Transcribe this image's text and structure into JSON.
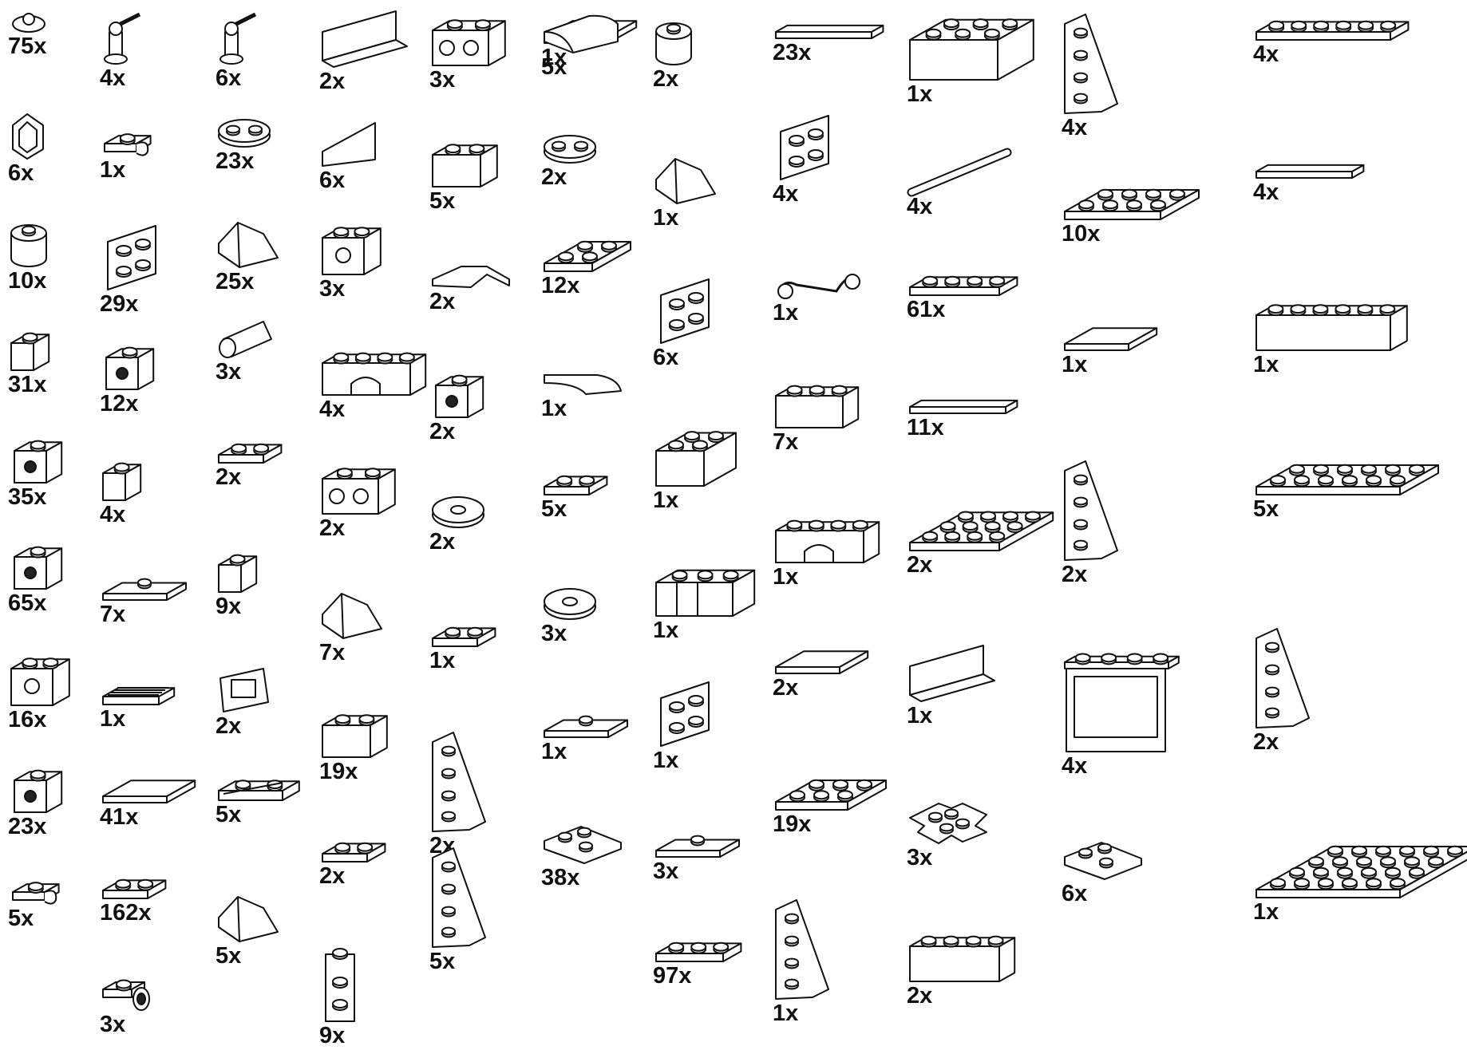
{
  "columns": [
    {
      "parts": [
        {
          "shape": "clip-round",
          "qty": "75x"
        },
        {
          "shape": "hex-block",
          "qty": "6x"
        },
        {
          "shape": "round-brick",
          "qty": "10x"
        },
        {
          "shape": "brick-1x1",
          "qty": "31x"
        },
        {
          "shape": "side-stud",
          "qty": "35x"
        },
        {
          "shape": "side-stud",
          "qty": "65x"
        },
        {
          "shape": "brick-hole",
          "qty": "16x"
        },
        {
          "shape": "side-stud",
          "qty": "23x"
        },
        {
          "shape": "clip-plate",
          "qty": "5x"
        }
      ]
    },
    {
      "parts": [
        {
          "shape": "bar-pin",
          "qty": "4x"
        },
        {
          "shape": "clip-plate",
          "qty": "1x"
        },
        {
          "shape": "bracket",
          "qty": "29x"
        },
        {
          "shape": "side-stud",
          "qty": "12x"
        },
        {
          "shape": "brick-1x1",
          "qty": "4x"
        },
        {
          "shape": "tile-stud",
          "qty": "7x"
        },
        {
          "shape": "grille",
          "qty": "1x"
        },
        {
          "shape": "tile",
          "qty": "41x"
        },
        {
          "shape": "plate-1x2",
          "qty": "162x"
        },
        {
          "shape": "wheel-holder",
          "qty": "3x"
        }
      ]
    },
    {
      "parts": [
        {
          "shape": "bar-pin",
          "qty": "6x"
        },
        {
          "shape": "round-plate-2",
          "qty": "23x"
        },
        {
          "shape": "slope",
          "qty": "25x"
        },
        {
          "shape": "cylinder",
          "qty": "3x"
        },
        {
          "shape": "plate-1x2",
          "qty": "2x"
        },
        {
          "shape": "brick-1x1",
          "qty": "9x"
        },
        {
          "shape": "hinge",
          "qty": "2x"
        },
        {
          "shape": "rail-plate",
          "qty": "5x"
        },
        {
          "shape": "slope",
          "qty": "5x"
        }
      ]
    },
    {
      "parts": [
        {
          "shape": "panel",
          "qty": "2x"
        },
        {
          "shape": "wedge",
          "qty": "6x"
        },
        {
          "shape": "brick-hole",
          "qty": "3x"
        },
        {
          "shape": "arch",
          "qty": "4x"
        },
        {
          "shape": "technic-brick",
          "qty": "2x"
        },
        {
          "shape": "slope",
          "qty": "7x"
        },
        {
          "shape": "brick-1x2",
          "qty": "19x"
        },
        {
          "shape": "plate-1x2",
          "qty": "2x"
        },
        {
          "shape": "brick-2x1-tall",
          "qty": "9x"
        }
      ]
    },
    {
      "parts": [
        {
          "shape": "technic-brick",
          "qty": "3x"
        },
        {
          "shape": "brick-1x2",
          "qty": "5x"
        },
        {
          "shape": "tile-corner",
          "qty": "2x"
        },
        {
          "shape": "side-stud",
          "qty": "2x"
        },
        {
          "shape": "round-tile-hole",
          "qty": "2x"
        },
        {
          "shape": "plate-1x2",
          "qty": "1x"
        },
        {
          "shape": "wedge-plate",
          "qty": "2x"
        },
        {
          "shape": "wedge-plate",
          "qty": "5x"
        }
      ]
    },
    {
      "parts": [
        {
          "shape": "tile",
          "qty": "1x"
        },
        {
          "shape": "round-plate-2",
          "qty": "2x"
        },
        {
          "shape": "plate-2x2",
          "qty": "12x"
        },
        {
          "shape": "curved-tile",
          "qty": "1x"
        },
        {
          "shape": "plate-1x2",
          "qty": "5x"
        },
        {
          "shape": "round-tile-hole",
          "qty": "3x"
        },
        {
          "shape": "tile-stud",
          "qty": "1x"
        },
        {
          "shape": "plate-corner",
          "qty": "38x"
        },
        {
          "shape": "curved-slope",
          "qty": "5x"
        }
      ]
    },
    {
      "parts": [
        {
          "shape": "round-brick",
          "qty": "2x"
        },
        {
          "shape": "slope",
          "qty": "1x"
        },
        {
          "shape": "bracket",
          "qty": "6x"
        },
        {
          "shape": "brick-2x2",
          "qty": "1x"
        },
        {
          "shape": "brick-corner",
          "qty": "1x"
        },
        {
          "shape": "bracket",
          "qty": "1x"
        },
        {
          "shape": "tile-stud",
          "qty": "3x"
        },
        {
          "shape": "plate-1x3",
          "qty": "97x"
        }
      ]
    },
    {
      "parts": [
        {
          "shape": "tile-long",
          "qty": "23x"
        },
        {
          "shape": "bracket",
          "qty": "4x"
        },
        {
          "shape": "chain",
          "qty": "1x"
        },
        {
          "shape": "brick-1x3",
          "qty": "7x"
        },
        {
          "shape": "arch",
          "qty": "1x"
        },
        {
          "shape": "tile",
          "qty": "2x"
        },
        {
          "shape": "plate-2x3",
          "qty": "19x"
        },
        {
          "shape": "wedge-plate",
          "qty": "1x"
        }
      ]
    },
    {
      "parts": [
        {
          "shape": "brick-2x3",
          "qty": "1x"
        },
        {
          "shape": "bar",
          "qty": "4x"
        },
        {
          "shape": "plate-1x4",
          "qty": "61x"
        },
        {
          "shape": "tile-long",
          "qty": "11x"
        },
        {
          "shape": "plate-3x4",
          "qty": "2x"
        },
        {
          "shape": "panel",
          "qty": "1x"
        },
        {
          "shape": "plate-cross",
          "qty": "3x"
        },
        {
          "shape": "brick-1x4",
          "qty": "2x"
        }
      ]
    },
    {
      "parts": [
        {
          "shape": "wedge-plate",
          "qty": "4x"
        },
        {
          "shape": "plate-2x4",
          "qty": "10x"
        },
        {
          "shape": "tile",
          "qty": "1x"
        },
        {
          "shape": "wedge-plate",
          "qty": "2x"
        },
        {
          "shape": "window",
          "qty": "4x"
        },
        {
          "shape": "plate-corner",
          "qty": "6x"
        }
      ]
    },
    {
      "parts": [
        {
          "shape": "plate-1x6",
          "qty": "4x"
        },
        {
          "shape": "tile-long",
          "qty": "4x"
        },
        {
          "shape": "brick-1x6",
          "qty": "1x"
        },
        {
          "shape": "plate-2x6",
          "qty": "5x"
        },
        {
          "shape": "wedge-plate",
          "qty": "2x"
        },
        {
          "shape": "plate-4x6",
          "qty": "1x"
        }
      ]
    }
  ]
}
